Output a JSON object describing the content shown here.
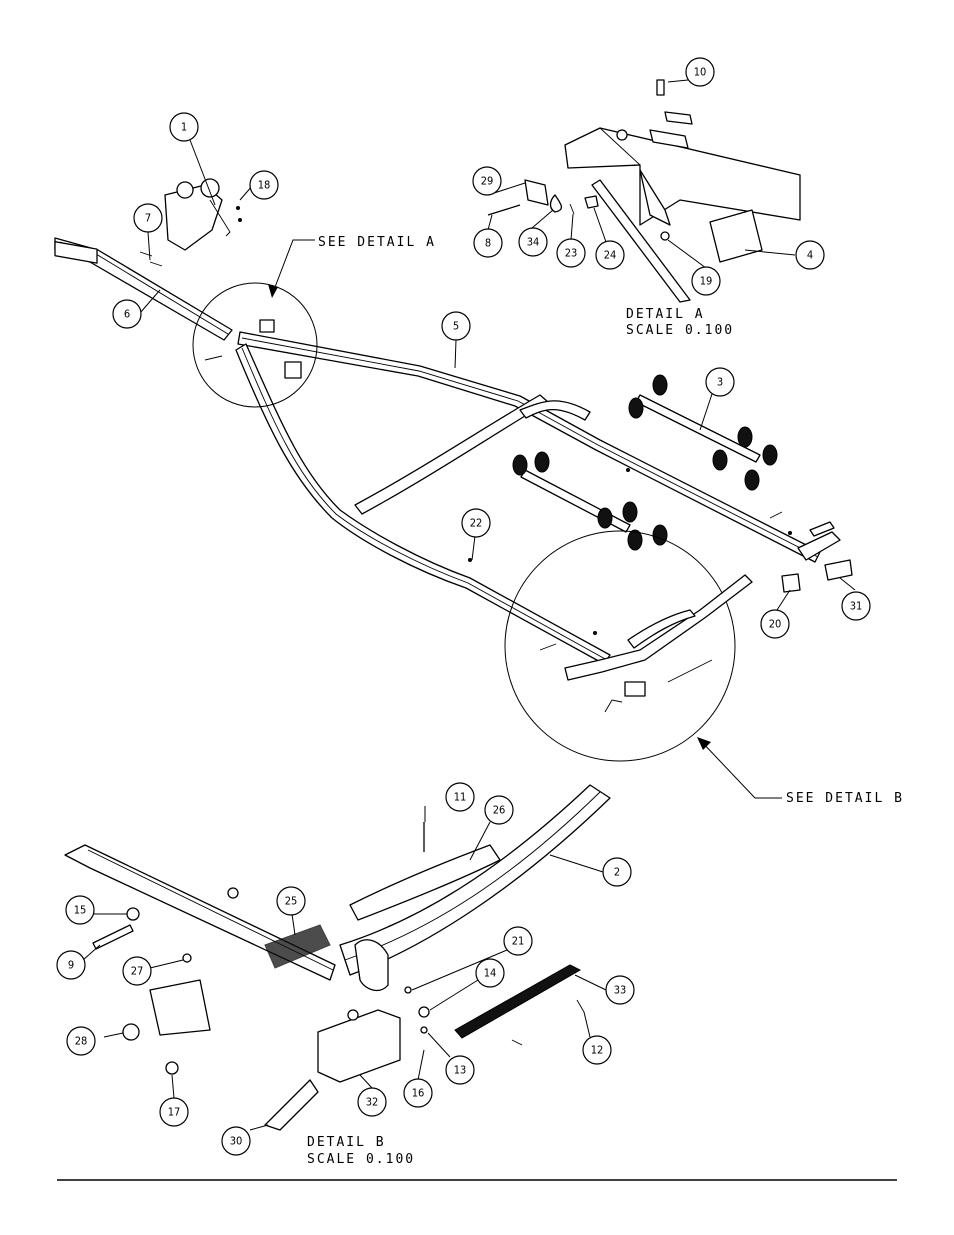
{
  "notes": {
    "see_detail_a": "SEE DETAIL  A",
    "see_detail_b": "SEE DETAIL  B",
    "detail_a_title": "DETAIL  A",
    "detail_a_scale": "SCALE  0.100",
    "detail_b_title": "DETAIL  B",
    "detail_b_scale": "SCALE  0.100"
  },
  "callouts": [
    {
      "id": "1",
      "label": "1"
    },
    {
      "id": "2",
      "label": "2"
    },
    {
      "id": "3",
      "label": "3"
    },
    {
      "id": "4",
      "label": "4"
    },
    {
      "id": "5",
      "label": "5"
    },
    {
      "id": "6",
      "label": "6"
    },
    {
      "id": "7",
      "label": "7"
    },
    {
      "id": "8",
      "label": "8"
    },
    {
      "id": "9",
      "label": "9"
    },
    {
      "id": "10",
      "label": "10"
    },
    {
      "id": "11",
      "label": "11"
    },
    {
      "id": "12",
      "label": "12"
    },
    {
      "id": "13",
      "label": "13"
    },
    {
      "id": "14",
      "label": "14"
    },
    {
      "id": "15",
      "label": "15"
    },
    {
      "id": "16",
      "label": "16"
    },
    {
      "id": "17",
      "label": "17"
    },
    {
      "id": "18",
      "label": "18"
    },
    {
      "id": "19",
      "label": "19"
    },
    {
      "id": "20",
      "label": "20"
    },
    {
      "id": "21",
      "label": "21"
    },
    {
      "id": "22",
      "label": "22"
    },
    {
      "id": "23",
      "label": "23"
    },
    {
      "id": "24",
      "label": "24"
    },
    {
      "id": "25",
      "label": "25"
    },
    {
      "id": "26",
      "label": "26"
    },
    {
      "id": "27",
      "label": "27"
    },
    {
      "id": "28",
      "label": "28"
    },
    {
      "id": "29",
      "label": "29"
    },
    {
      "id": "30",
      "label": "30"
    },
    {
      "id": "31",
      "label": "31"
    },
    {
      "id": "32",
      "label": "32"
    },
    {
      "id": "33",
      "label": "33"
    },
    {
      "id": "34",
      "label": "34"
    }
  ]
}
